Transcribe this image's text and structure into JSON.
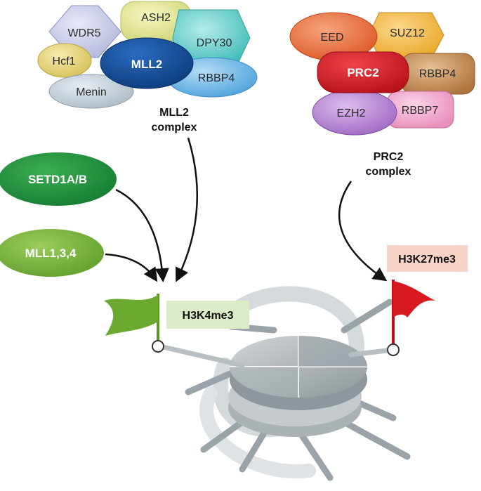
{
  "mll2_complex": {
    "caption_line1": "MLL2",
    "caption_line2": "complex",
    "proteins": {
      "wdr5": "WDR5",
      "ash2": "ASH2",
      "dpy30": "DPY30",
      "hcf1": "Hcf1",
      "mll2": "MLL2",
      "menin": "Menin",
      "rbbp4": "RBBP4"
    }
  },
  "prc2_complex": {
    "caption_line1": "PRC2",
    "caption_line2": "complex",
    "proteins": {
      "eed": "EED",
      "suz12": "SUZ12",
      "prc2": "PRC2",
      "rbbp4": "RBBP4",
      "ezh2": "EZH2",
      "rbbp7": "RBBP7"
    }
  },
  "methyltransferases": {
    "setd1": "SETD1A/B",
    "mll134": "MLL1,3,4"
  },
  "marks": {
    "h3k4me3": "H3K4me3",
    "h3k27me3": "H3K27me3"
  },
  "colors": {
    "green_flag": "#6aaa2e",
    "red_flag": "#d71920",
    "mll2_core": "#14509a",
    "prc2_core": "#d61f2b",
    "h3k4_box": "#dcebc8",
    "h3k27_box": "#f9d4c6"
  }
}
